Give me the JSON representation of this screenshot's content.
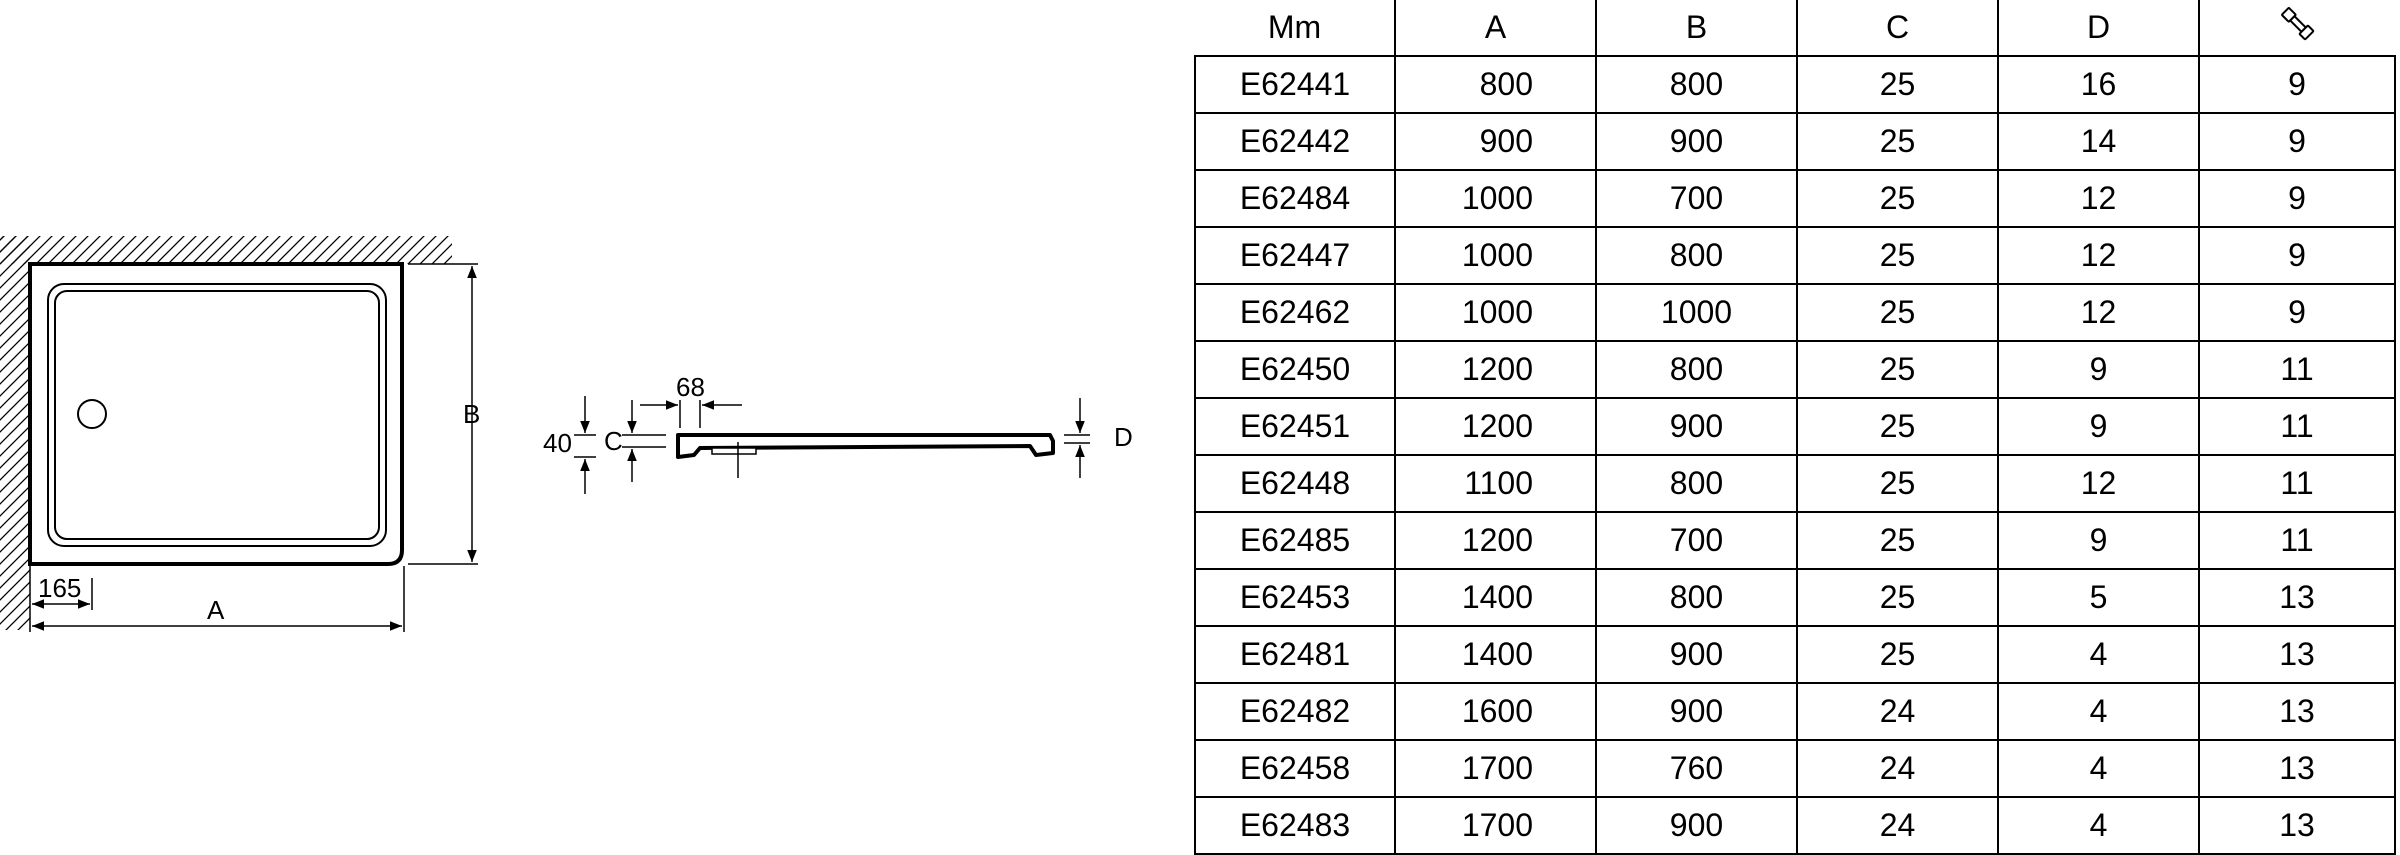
{
  "drawing": {
    "plan_view": {
      "dim_a": "A",
      "dim_b": "B",
      "dim_165": "165"
    },
    "section_view": {
      "dim_68": "68",
      "dim_40": "40",
      "dim_c": "C",
      "dim_d": "D"
    }
  },
  "table": {
    "headers": [
      "Mm",
      "A",
      "B",
      "C",
      "D"
    ],
    "icon_header": "waste-fitting-icon",
    "rows": [
      [
        "E62441",
        "800",
        "800",
        "25",
        "16",
        "9"
      ],
      [
        "E62442",
        "900",
        "900",
        "25",
        "14",
        "9"
      ],
      [
        "E62484",
        "1000",
        "700",
        "25",
        "12",
        "9"
      ],
      [
        "E62447",
        "1000",
        "800",
        "25",
        "12",
        "9"
      ],
      [
        "E62462",
        "1000",
        "1000",
        "25",
        "12",
        "9"
      ],
      [
        "E62450",
        "1200",
        "800",
        "25",
        "9",
        "11"
      ],
      [
        "E62451",
        "1200",
        "900",
        "25",
        "9",
        "11"
      ],
      [
        "E62448",
        "1100",
        "800",
        "25",
        "12",
        "11"
      ],
      [
        "E62485",
        "1200",
        "700",
        "25",
        "9",
        "11"
      ],
      [
        "E62453",
        "1400",
        "800",
        "25",
        "5",
        "13"
      ],
      [
        "E62481",
        "1400",
        "900",
        "25",
        "4",
        "13"
      ],
      [
        "E62482",
        "1600",
        "900",
        "24",
        "4",
        "13"
      ],
      [
        "E62458",
        "1700",
        "760",
        "24",
        "4",
        "13"
      ],
      [
        "E62483",
        "1700",
        "900",
        "24",
        "4",
        "13"
      ]
    ]
  }
}
